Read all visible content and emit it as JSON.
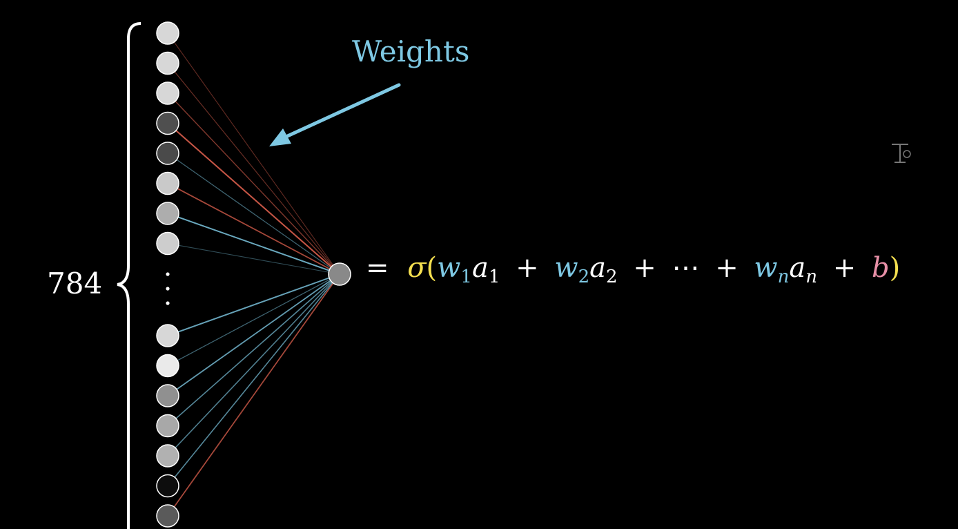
{
  "colors": {
    "background": "#000000",
    "text": "#ffffff",
    "weights": "#7ec8e3",
    "sigma": "#f5e050",
    "weight_var": "#7ec8e3",
    "bias": "#e890a8",
    "negative_weight": "#e0614e",
    "positive_weight": "#7ec8e3"
  },
  "input_layer": {
    "count_label": "784",
    "neuron_activations_top": [
      0.88,
      0.88,
      0.88,
      0.3,
      0.28,
      0.82,
      0.7,
      0.84
    ],
    "neuron_activations_bottom": [
      0.88,
      0.96,
      0.58,
      0.68,
      0.72,
      0.02,
      0.35
    ],
    "ellipsis": "⋮"
  },
  "output_neuron": {
    "activation": 0.55
  },
  "annotation": {
    "label": "Weights",
    "arrow_icon": "arrow-icon"
  },
  "connections_top": [
    {
      "sign": "negative",
      "strength": 0.25
    },
    {
      "sign": "negative",
      "strength": 0.3
    },
    {
      "sign": "negative",
      "strength": 0.45
    },
    {
      "sign": "negative",
      "strength": 0.9
    },
    {
      "sign": "positive",
      "strength": 0.35
    },
    {
      "sign": "negative",
      "strength": 0.7
    },
    {
      "sign": "positive",
      "strength": 0.85
    },
    {
      "sign": "positive",
      "strength": 0.2
    }
  ],
  "connections_bottom": [
    {
      "sign": "positive",
      "strength": 0.8
    },
    {
      "sign": "positive",
      "strength": 0.35
    },
    {
      "sign": "positive",
      "strength": 0.75
    },
    {
      "sign": "positive",
      "strength": 0.6
    },
    {
      "sign": "positive",
      "strength": 0.55
    },
    {
      "sign": "positive",
      "strength": 0.6
    },
    {
      "sign": "negative",
      "strength": 0.7
    }
  ],
  "equation": {
    "equals": "=",
    "sigma": "σ",
    "open_paren": "(",
    "w": "w",
    "a": "a",
    "sub_1": "1",
    "sub_2": "2",
    "sub_n": "n",
    "plus": "+",
    "dots": "⋯",
    "b": "b",
    "close_paren": ")"
  },
  "cursor": {
    "icon": "text-cursor-icon"
  }
}
